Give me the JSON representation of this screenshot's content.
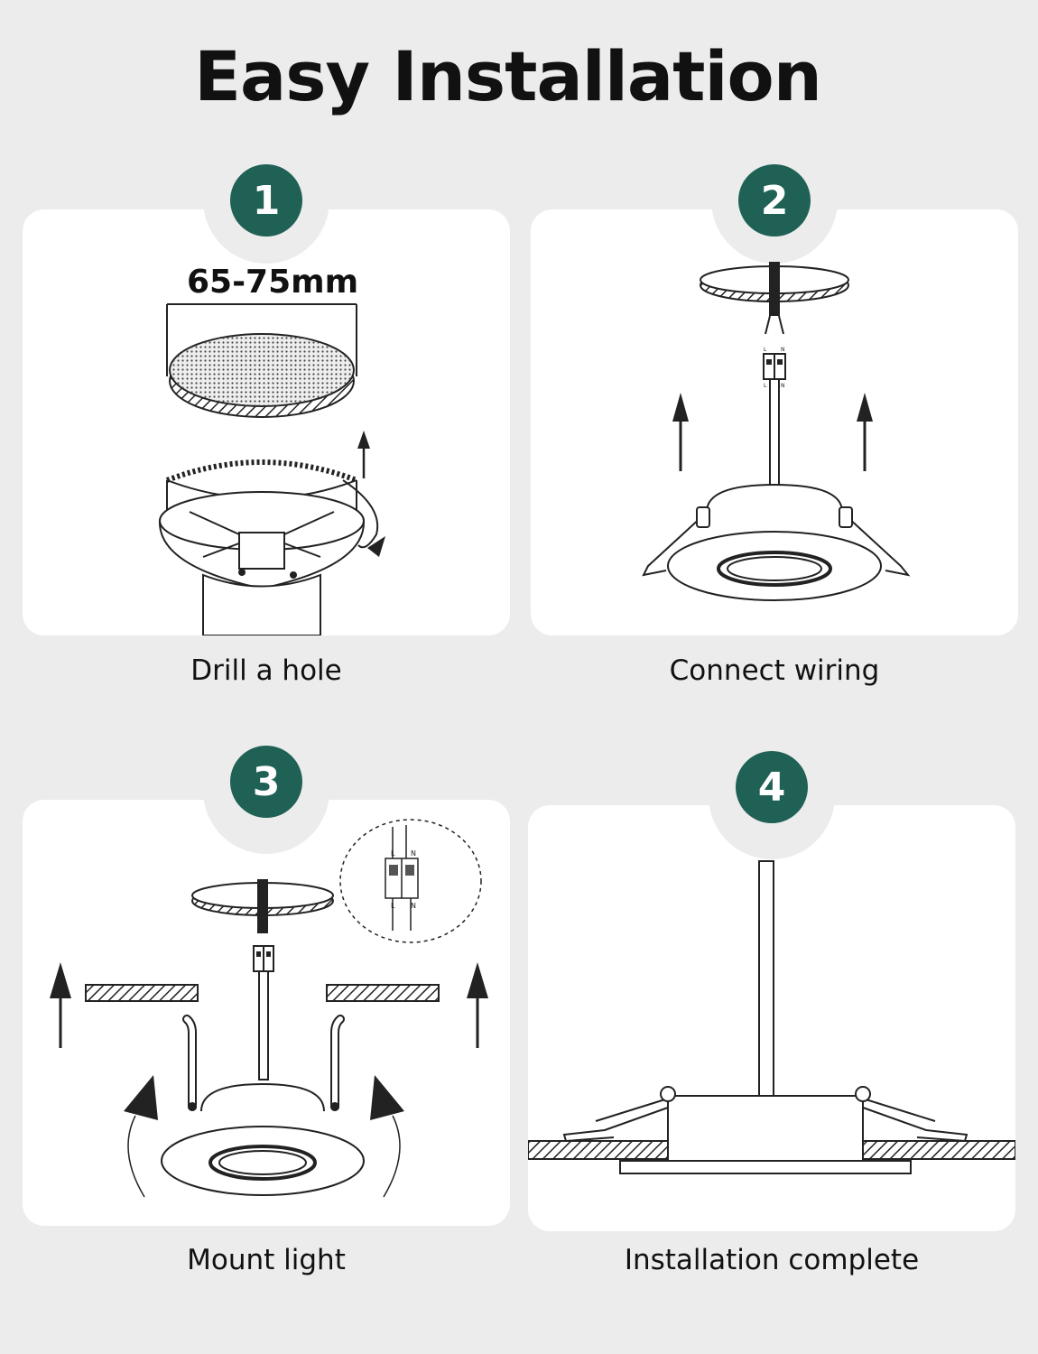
{
  "title": "Easy Installation",
  "accent_color": "#1f6155",
  "steps": [
    {
      "number": "1",
      "caption": "Drill a hole",
      "dimension": "65-75mm"
    },
    {
      "number": "2",
      "caption": "Connect wiring",
      "terminal_labels": [
        "L",
        "N"
      ]
    },
    {
      "number": "3",
      "caption": "Mount light",
      "terminal_labels": [
        "L",
        "N"
      ]
    },
    {
      "number": "4",
      "caption": "Installation complete"
    }
  ]
}
